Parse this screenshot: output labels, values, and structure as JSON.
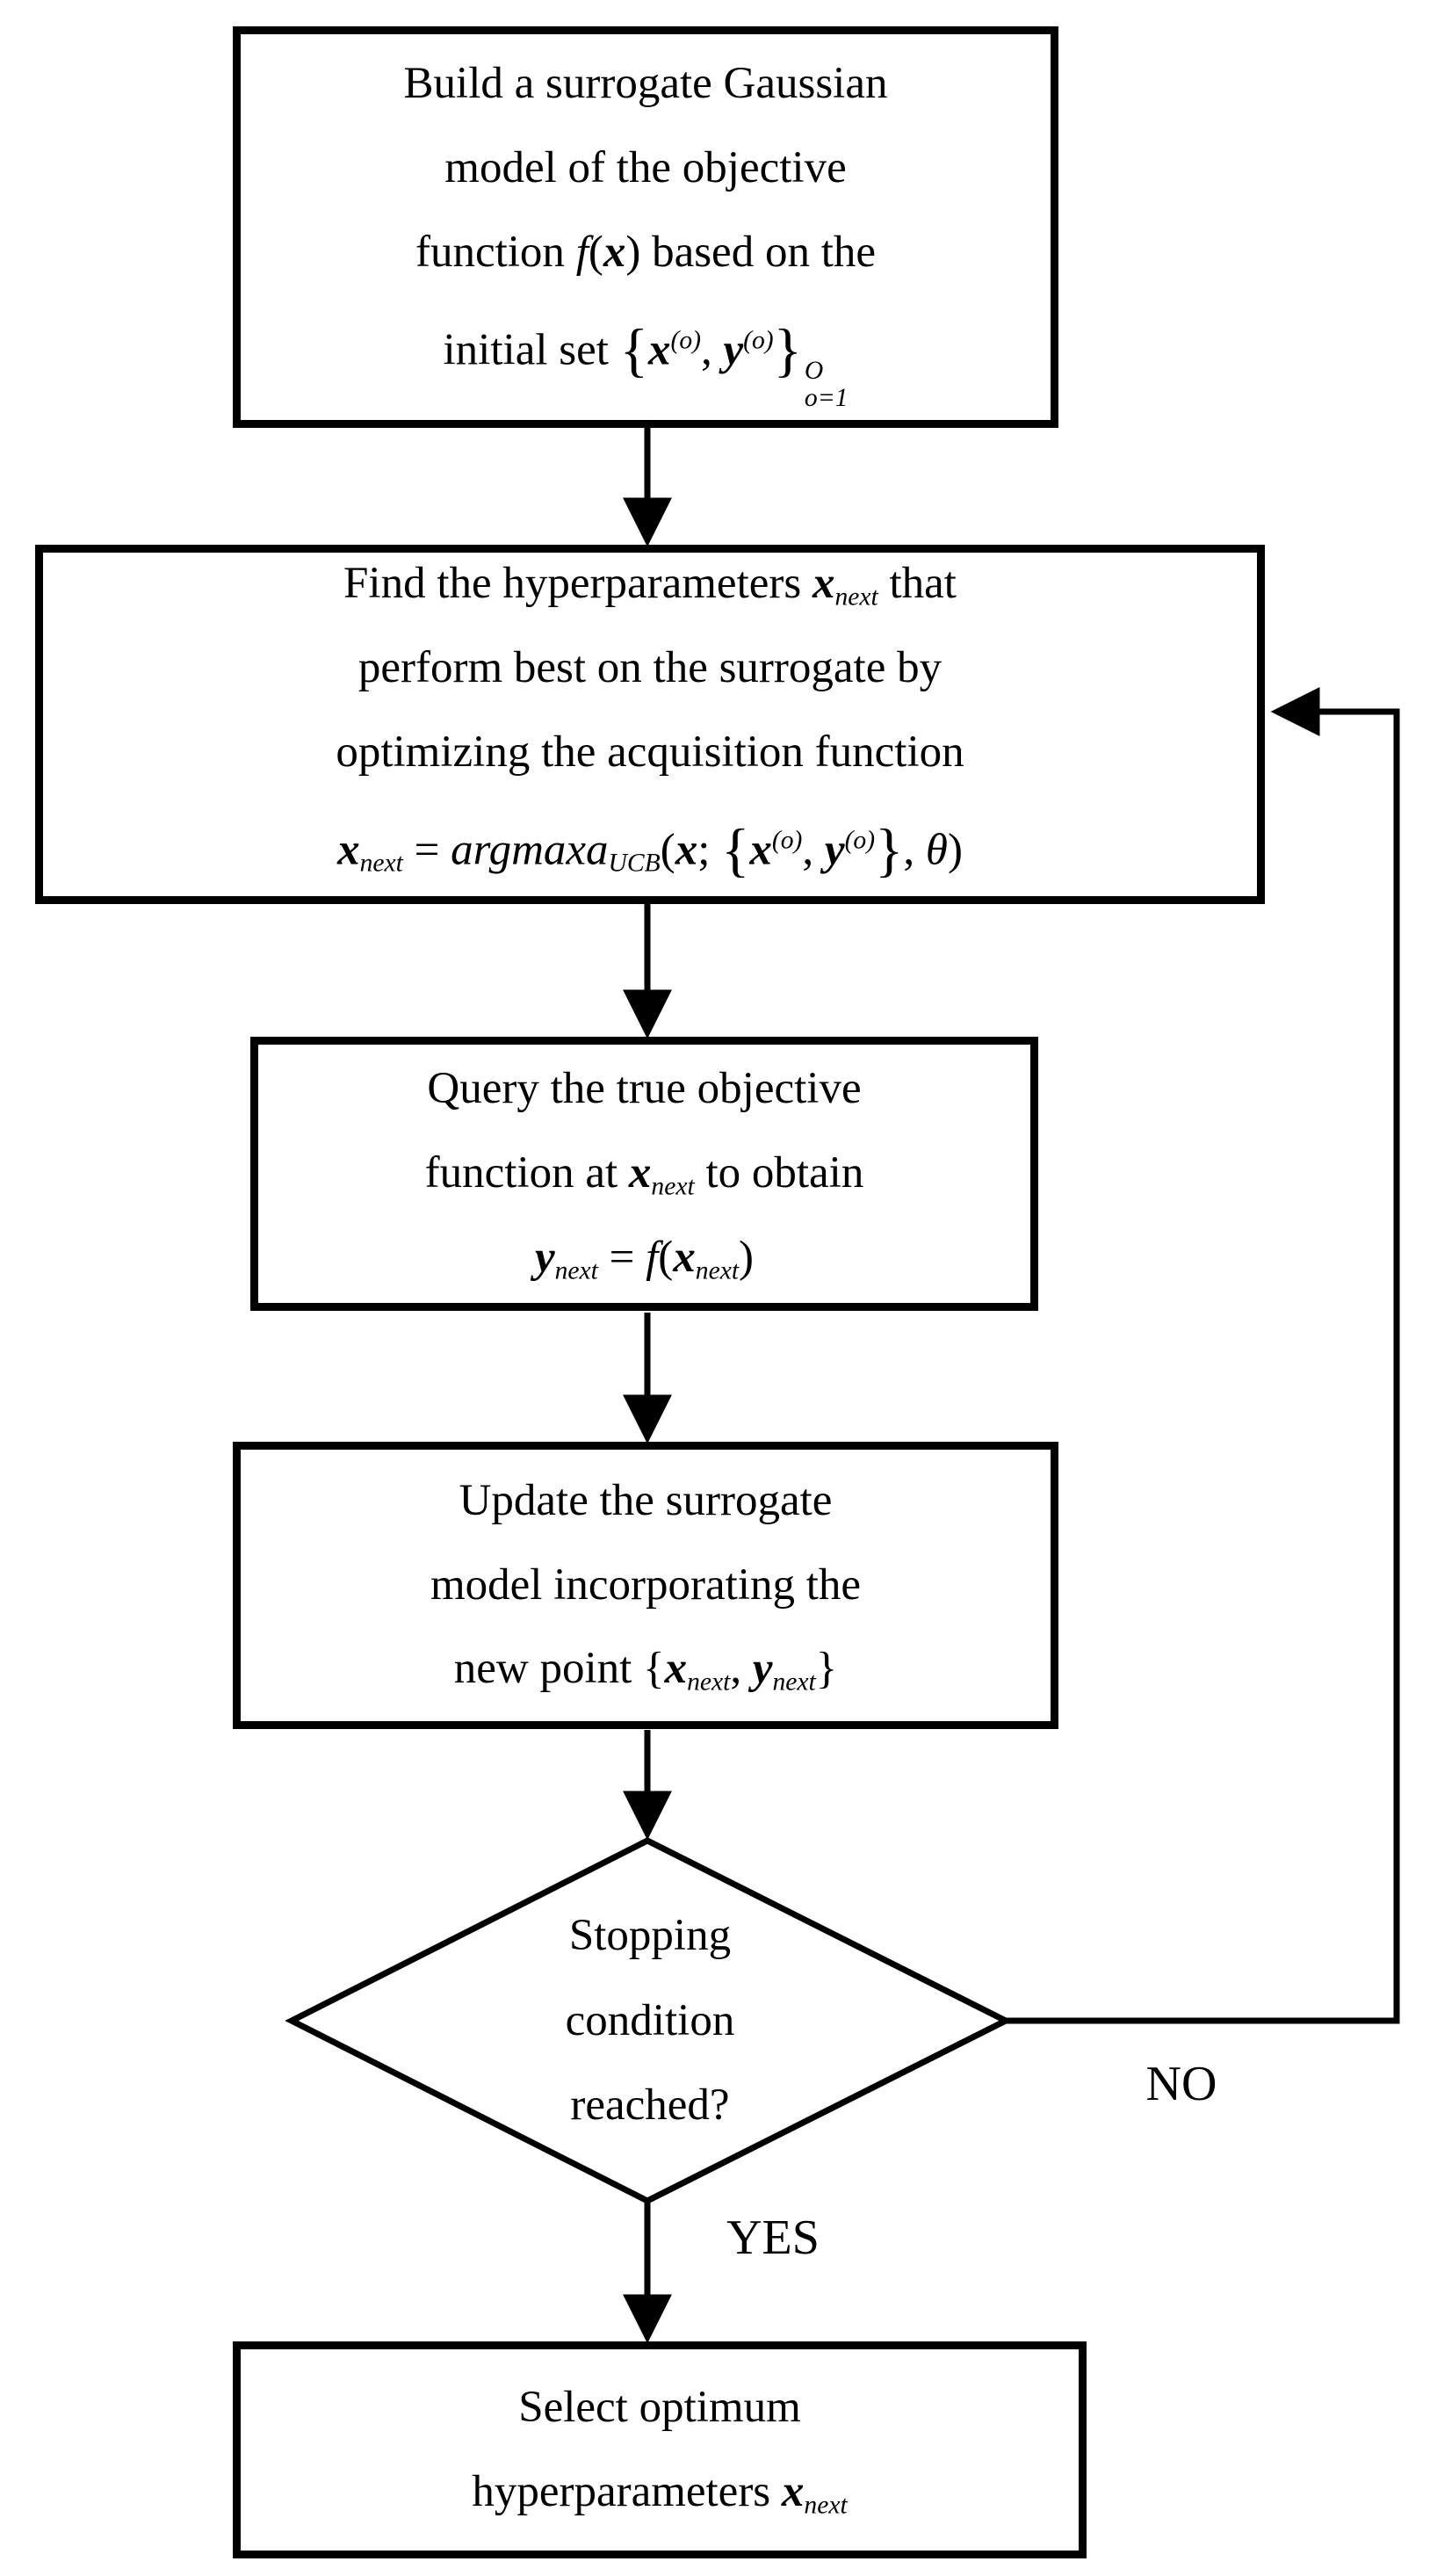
{
  "colors": {
    "background": "#ffffff",
    "line": "#000000",
    "text": "#000000"
  },
  "edges": {
    "no_label": "NO",
    "yes_label": "YES"
  },
  "nodes": {
    "build_surrogate": {
      "shape": "rect",
      "lines": [
        [
          {
            "t": "Build a surrogate Gaussian",
            "s": "p"
          }
        ],
        [
          {
            "t": "model of the objective",
            "s": "p"
          }
        ],
        [
          {
            "t": "function ",
            "s": "p"
          },
          {
            "t": "f",
            "s": "i"
          },
          {
            "t": "(",
            "s": "p"
          },
          {
            "t": "x",
            "s": "bi"
          },
          {
            "t": ") based on the",
            "s": "p"
          }
        ],
        [
          {
            "t": "initial set ",
            "s": "p"
          },
          {
            "t": "{",
            "s": "big"
          },
          {
            "t": "x",
            "s": "bi"
          },
          {
            "t": "(o)",
            "s": "supi"
          },
          {
            "t": ", ",
            "s": "p"
          },
          {
            "t": "y",
            "s": "bi"
          },
          {
            "t": "(o)",
            "s": "supi"
          },
          {
            "t": "}",
            "s": "big"
          },
          {
            "s": "stack",
            "sup": "O",
            "sub": "o=1"
          }
        ]
      ]
    },
    "find_hyperparameters": {
      "shape": "rect",
      "lines": [
        [
          {
            "t": "Find the hyperparameters ",
            "s": "p"
          },
          {
            "t": "x",
            "s": "bi"
          },
          {
            "t": "next",
            "s": "subi"
          },
          {
            "t": " that",
            "s": "p"
          }
        ],
        [
          {
            "t": "perform best on the surrogate by",
            "s": "p"
          }
        ],
        [
          {
            "t": "optimizing the acquisition function",
            "s": "p"
          }
        ],
        [
          {
            "t": "x",
            "s": "bi"
          },
          {
            "t": "next",
            "s": "subi"
          },
          {
            "t": " = ",
            "s": "p"
          },
          {
            "t": "argmaxa",
            "s": "i"
          },
          {
            "t": "UCB",
            "s": "subi"
          },
          {
            "t": "(",
            "s": "p"
          },
          {
            "t": "x",
            "s": "bi"
          },
          {
            "t": "; ",
            "s": "p"
          },
          {
            "t": "{",
            "s": "big"
          },
          {
            "t": "x",
            "s": "bi"
          },
          {
            "t": "(o)",
            "s": "supi"
          },
          {
            "t": ", ",
            "s": "p"
          },
          {
            "t": "y",
            "s": "bi"
          },
          {
            "t": "(o)",
            "s": "supi"
          },
          {
            "t": "}",
            "s": "big"
          },
          {
            "t": ", ",
            "s": "p"
          },
          {
            "t": "θ",
            "s": "i"
          },
          {
            "t": ")",
            "s": "p"
          }
        ]
      ]
    },
    "query_objective": {
      "shape": "rect",
      "lines": [
        [
          {
            "t": "Query the true objective",
            "s": "p"
          }
        ],
        [
          {
            "t": "function at ",
            "s": "p"
          },
          {
            "t": "x",
            "s": "bi"
          },
          {
            "t": "next",
            "s": "subi"
          },
          {
            "t": " to obtain",
            "s": "p"
          }
        ],
        [
          {
            "t": "y",
            "s": "bi"
          },
          {
            "t": "next",
            "s": "subi"
          },
          {
            "t": " = ",
            "s": "p"
          },
          {
            "t": "f",
            "s": "i"
          },
          {
            "t": "(",
            "s": "p"
          },
          {
            "t": "x",
            "s": "bi"
          },
          {
            "t": "next",
            "s": "subi"
          },
          {
            "t": ")",
            "s": "p"
          }
        ]
      ]
    },
    "update_surrogate": {
      "shape": "rect",
      "lines": [
        [
          {
            "t": "Update the surrogate",
            "s": "p"
          }
        ],
        [
          {
            "t": "model incorporating the",
            "s": "p"
          }
        ],
        [
          {
            "t": "new point {",
            "s": "p"
          },
          {
            "t": "x",
            "s": "bi"
          },
          {
            "t": "next",
            "s": "subi"
          },
          {
            "t": ", ",
            "s": "p"
          },
          {
            "t": "y",
            "s": "bi"
          },
          {
            "t": "next",
            "s": "subi"
          },
          {
            "t": "}",
            "s": "p"
          }
        ]
      ]
    },
    "stopping_condition": {
      "shape": "diamond",
      "lines": [
        "Stopping",
        "condition",
        "reached?"
      ]
    },
    "select_optimum": {
      "shape": "rect",
      "lines": [
        [
          {
            "t": "Select optimum",
            "s": "p"
          }
        ],
        [
          {
            "t": "hyperparameters ",
            "s": "p"
          },
          {
            "t": "x",
            "s": "bi"
          },
          {
            "t": "next",
            "s": "subi"
          }
        ]
      ]
    }
  }
}
